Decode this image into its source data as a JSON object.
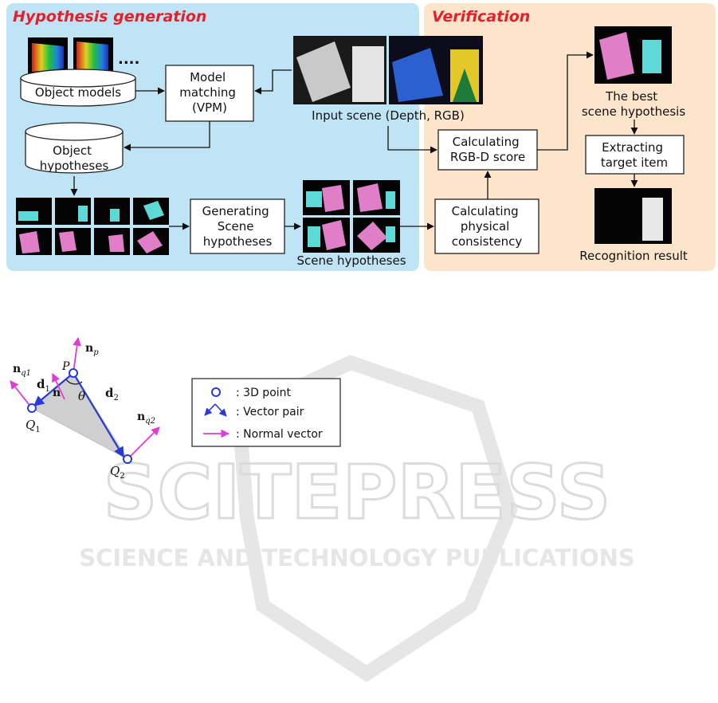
{
  "colors": {
    "hypothesis_panel": "#bfe4f5",
    "verification_panel": "#fde5cb",
    "section_title": "#e3202b",
    "point": "#2a3ad6",
    "vector": "#2a3ad6",
    "normal": "#e23ad6",
    "watermark": "#e2e2e2"
  },
  "sections": {
    "hypothesis_generation": "Hypothesis generation",
    "verification": "Verification"
  },
  "nodes": {
    "object_models": "Object models",
    "model_matching": [
      "Model",
      "matching",
      "(VPM)"
    ],
    "input_scene": "Input scene (Depth, RGB)",
    "object_hypotheses": [
      "Object",
      "hypotheses"
    ],
    "generating_scene": [
      "Generating",
      "Scene",
      "hypotheses"
    ],
    "scene_hypotheses": "Scene hypotheses",
    "physical_consistency": [
      "Calculating",
      "physical",
      "consistency"
    ],
    "rgbd_score": [
      "Calculating",
      "RGB-D score"
    ],
    "best_hypothesis": [
      "The best",
      "scene hypothesis"
    ],
    "extracting": [
      "Extracting",
      "target item"
    ],
    "recognition_result": "Recognition result"
  },
  "ellipsis": "....",
  "geometry": {
    "P": "P",
    "Q1": "Q",
    "Q1_sub": "1",
    "Q2": "Q",
    "Q2_sub": "2",
    "theta": "θ",
    "n": "n",
    "np": "n",
    "np_sub": "p",
    "nq1": "n",
    "nq1_sub": "q1",
    "nq2": "n",
    "nq2_sub": "q2",
    "d1": "d",
    "d1_sub": "1",
    "d2": "d",
    "d2_sub": "2"
  },
  "legend": {
    "point": ": 3D point",
    "vector_pair": ": Vector pair",
    "normal": ": Normal vector"
  },
  "watermark": {
    "main": "SCITEPRESS",
    "sub": "SCIENCE AND TECHNOLOGY PUBLICATIONS"
  }
}
